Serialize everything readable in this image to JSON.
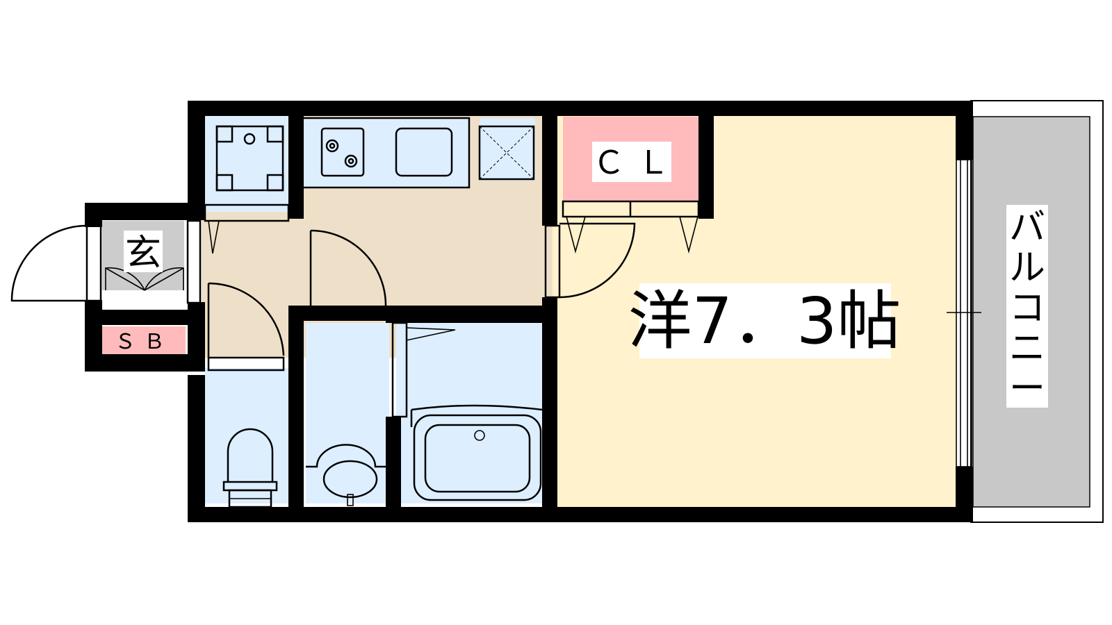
{
  "labels": {
    "entrance": "玄",
    "shoe_box": "ＳＢ",
    "closet": "ＣＬ",
    "western_room": "洋7．3帖",
    "balcony": [
      "バ",
      "ル",
      "コ",
      "ニ",
      "ー"
    ]
  },
  "colors": {
    "wall": "#000000",
    "room_fill": "#fff2cc",
    "kitchen_floor": "#eedfc8",
    "wet_area": "#ddeeff",
    "closet": "#ffbbbb",
    "entrance": "#cccccc",
    "balcony": "#c8c8c8"
  }
}
